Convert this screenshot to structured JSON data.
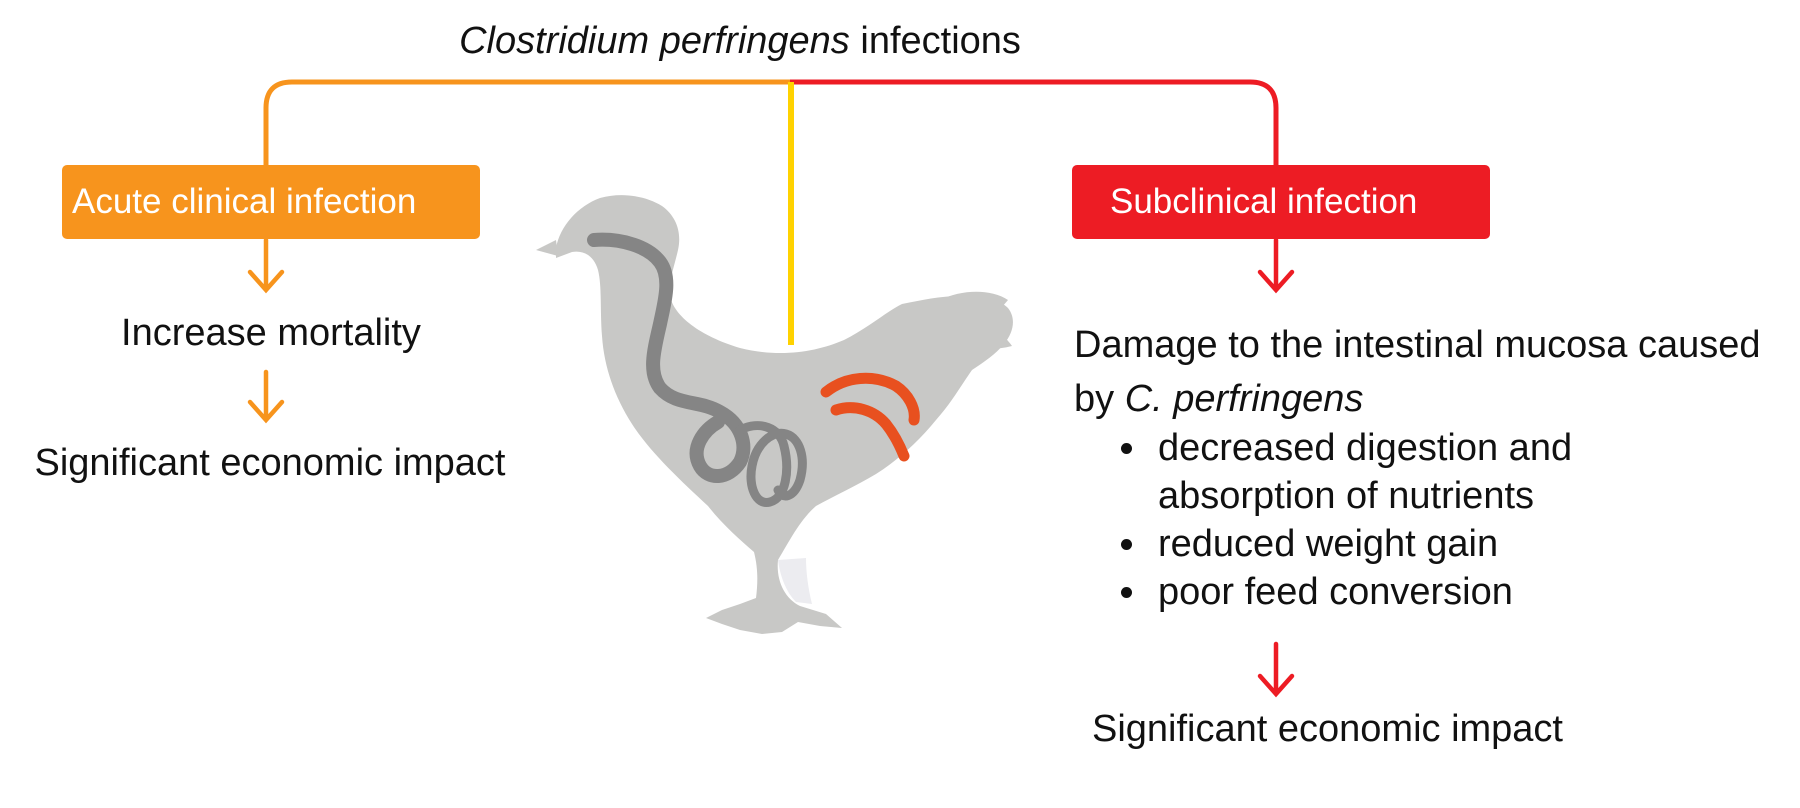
{
  "title": {
    "italic": "Clostridium perfringens",
    "rest": " infections"
  },
  "colors": {
    "acute": "#F7941D",
    "subclinical": "#ED1C24",
    "center": "#FFD200",
    "chicken_body": "#C8C8C6",
    "intestine": "#858585",
    "caeca": "#E8501F"
  },
  "left": {
    "box_label": "Acute clinical infection",
    "step1": "Increase mortality",
    "step2": "Significant economic impact"
  },
  "right": {
    "box_label": "Subclinical infection",
    "damage_text": "Damage to the intestinal mucosa caused by ",
    "damage_italic": "C. perfringens",
    "bullets": [
      "decreased digestion and absorption of nutrients",
      "reduced weight gain",
      "poor feed conversion"
    ],
    "result": "Significant economic impact"
  }
}
